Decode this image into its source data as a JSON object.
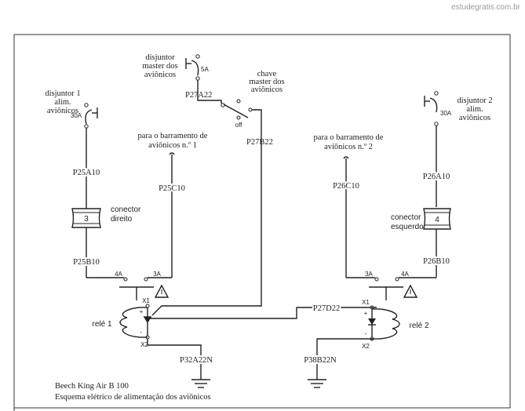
{
  "watermark": "estudegratis.com.br",
  "caption": {
    "line1": "Beech King Air B 100",
    "line2": "Esquema elétrico de alimentação dos aviônicos"
  },
  "breakers": {
    "master": {
      "line1": "disjuntor",
      "line2": "master dos",
      "line3": "aviônicos",
      "rating": "5A"
    },
    "left": {
      "line1": "disjuntor 1",
      "line2": "alim.",
      "line3": "aviônicos",
      "rating": "30A"
    },
    "right": {
      "line1": "disjuntor 2",
      "line2": "alim.",
      "line3": "aviônicos",
      "rating": "30A"
    }
  },
  "master_switch": {
    "line1": "chave",
    "line2": "master dos",
    "line3": "aviônicos",
    "off_label": "off"
  },
  "bus_labels": {
    "left": {
      "line1": "para o barramento de",
      "line2": "aviônicos n.º 1"
    },
    "right": {
      "line1": "para o barramento de",
      "line2": "aviônicos n.º  2"
    }
  },
  "wires": {
    "P27A22": "P27A22",
    "P27B22": "P27B22",
    "P25A10": "P25A10",
    "P25C10": "P25C10",
    "P25B10": "P25B10",
    "P26C10": "P26C10",
    "P26A10": "P26A10",
    "P26B10": "P26B10",
    "P27D22": "P27D22",
    "P32A22N": "P32A22N",
    "P38B22N": "P38B22N"
  },
  "connectors": {
    "left": {
      "number": "3",
      "line1": "conector",
      "line2": "direito"
    },
    "right": {
      "number": "4",
      "line1": "conector",
      "line2": "esquerdo"
    }
  },
  "relays": {
    "left": {
      "name": "relé 1",
      "x1": "X1",
      "x2": "X2",
      "contact_a": "4A",
      "contact_b": "3A"
    },
    "right": {
      "name": "relé 2",
      "x1": "X1",
      "x2": "X2",
      "contact_a": "3A",
      "contact_b": "4A"
    }
  }
}
